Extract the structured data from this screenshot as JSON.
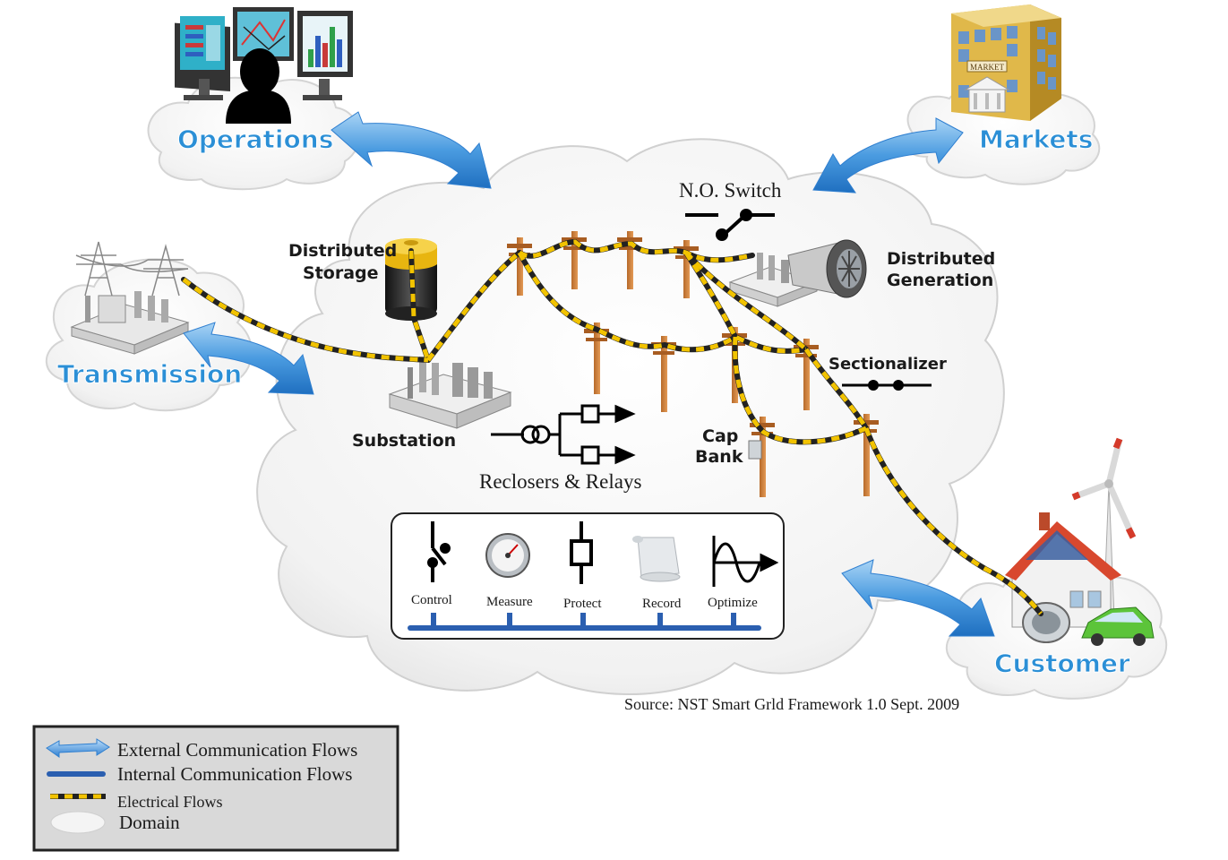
{
  "domains": {
    "operations": "Operations",
    "markets": "Markets",
    "transmission": "Transmission",
    "customer": "Customer"
  },
  "components": {
    "no_switch": "N.O. Switch",
    "distributed_storage_line1": "Distributed",
    "distributed_storage_line2": "Storage",
    "distributed_generation_line1": "Distributed",
    "distributed_generation_line2": "Generation",
    "sectionalizer": "Sectionalizer",
    "substation": "Substation",
    "cap_bank_line1": "Cap",
    "cap_bank_line2": "Bank",
    "reclosers_relays": "Reclosers & Relays"
  },
  "functions": [
    "Control",
    "Measure",
    "Protect",
    "Record",
    "Optimize"
  ],
  "market_sign": "MARKET",
  "source": "Source: NST Smart Grld Framework 1.0 Sept. 2009",
  "legend": {
    "external": "External Communication Flows",
    "internal": "Internal Communication Flows",
    "electrical": "Electrical Flows",
    "domain": "Domain"
  },
  "colors": {
    "domain_label": "#2b8fd6",
    "external_arrow": "#3f8fd8",
    "internal_bus": "#2b5fb0",
    "electrical_flow": "#f2c300",
    "cloud": "#f4f4f4",
    "legend_bg": "#d9d9d9"
  }
}
